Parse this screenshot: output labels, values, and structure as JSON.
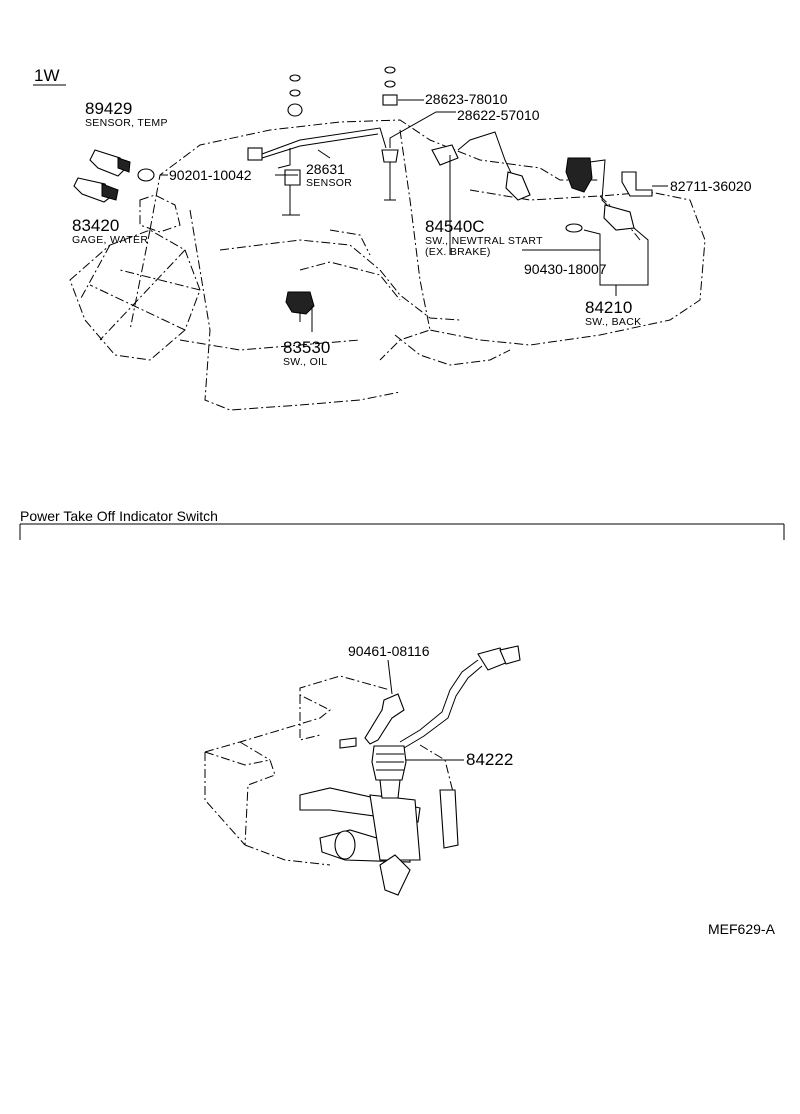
{
  "section_tag": "1W",
  "top_diagram": {
    "callouts": [
      {
        "id": "p89429",
        "number": "89429",
        "name": "SENSOR, TEMP"
      },
      {
        "id": "p90201",
        "number": "90201-10042",
        "name": ""
      },
      {
        "id": "p83420",
        "number": "83420",
        "name": "GAGE, WATER"
      },
      {
        "id": "p28623",
        "number": "28623-78010",
        "name": ""
      },
      {
        "id": "p28622",
        "number": "28622-57010",
        "name": ""
      },
      {
        "id": "p28631",
        "number": "28631",
        "name": "SENSOR"
      },
      {
        "id": "p84540",
        "number": "84540C",
        "name": "SW., NEWTRAL START",
        "note": "(EX. BRAKE)"
      },
      {
        "id": "p82711",
        "number": "82711-36020",
        "name": ""
      },
      {
        "id": "p90430",
        "number": "90430-18007",
        "name": ""
      },
      {
        "id": "p84210",
        "number": "84210",
        "name": "SW., BACK"
      },
      {
        "id": "p83530",
        "number": "83530",
        "name": "SW., OIL"
      }
    ]
  },
  "bottom_section": {
    "title": "Power Take Off Indicator Switch",
    "callouts": [
      {
        "id": "p90461",
        "number": "90461-08116"
      },
      {
        "id": "p84222",
        "number": "84222"
      }
    ]
  },
  "figure_code": "MEF629-A"
}
